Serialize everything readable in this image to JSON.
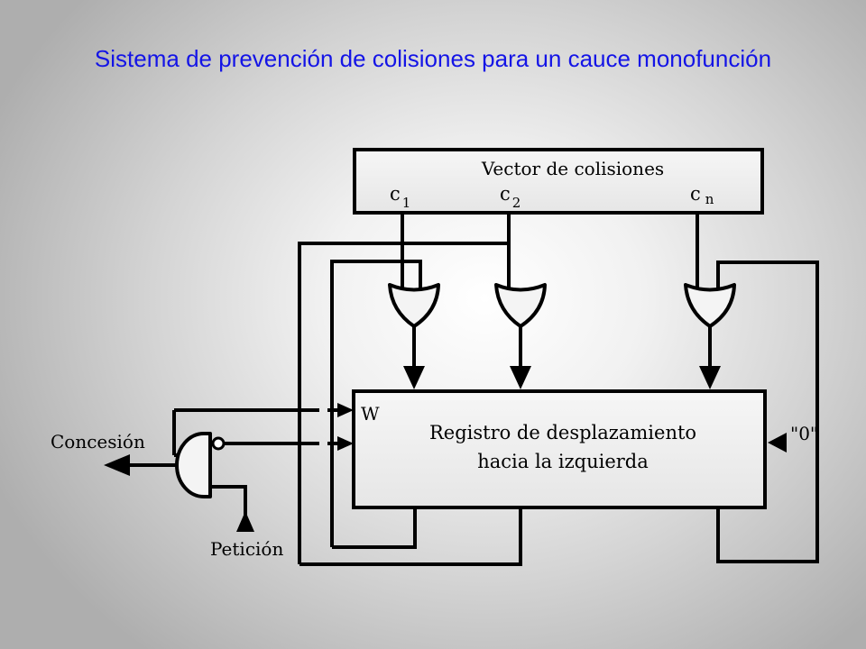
{
  "title": "Sistema de prevención de colisiones para un cauce monofunción",
  "diagram": {
    "collision_vector": {
      "label": "Vector de colisiones",
      "bits": [
        {
          "name": "c",
          "sub": "1"
        },
        {
          "name": "c",
          "sub": "2"
        },
        {
          "name": "c",
          "sub": "n"
        }
      ]
    },
    "shift_register": {
      "line1": "Registro de desplazamiento",
      "line2": "hacia la izquierda",
      "w_label": "W",
      "input_label": "\"0\""
    },
    "grant_label": "Concesión",
    "request_label": "Petición"
  }
}
